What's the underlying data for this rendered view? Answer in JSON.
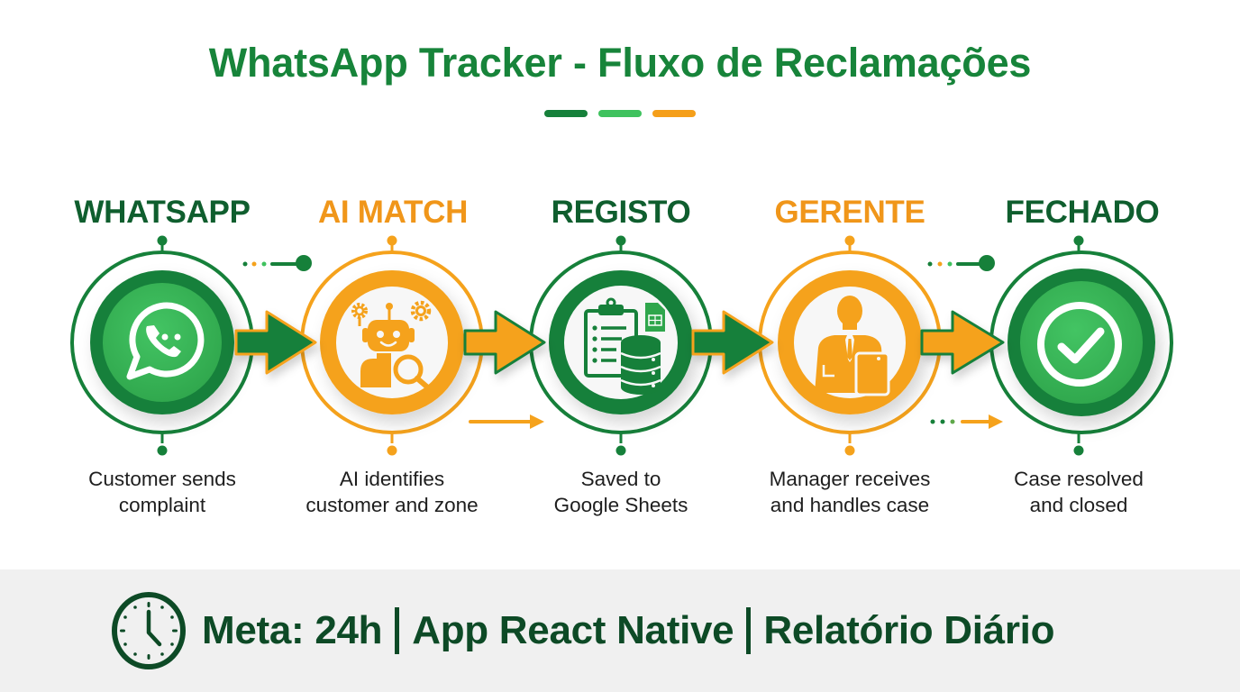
{
  "header": {
    "title": "WhatsApp Tracker - Fluxo de Reclamações",
    "accent_bars": [
      {
        "color": "#16803a"
      },
      {
        "color": "#3fc25e"
      },
      {
        "color": "#f59f1a"
      }
    ]
  },
  "colors": {
    "green_dark": "#16803a",
    "green_light": "#3dbb5a",
    "orange": "#f5a21c",
    "footer_text": "#0d4a26",
    "footer_bg": "#f0f0f0"
  },
  "steps": [
    {
      "label": "WHATSAPP",
      "icon": "whatsapp-icon",
      "color": "#0f5e2e",
      "theme": "green",
      "desc_line1": "Customer sends",
      "desc_line2": "complaint"
    },
    {
      "label": "AI MATCH",
      "icon": "ai-robot-search-icon",
      "color": "#f0961a",
      "theme": "orange",
      "desc_line1": "AI identifies",
      "desc_line2": "customer and zone"
    },
    {
      "label": "REGISTO",
      "icon": "clipboard-database-sheets-icon",
      "color": "#0f5e2e",
      "theme": "green",
      "desc_line1": "Saved to",
      "desc_line2": "Google Sheets"
    },
    {
      "label": "GERENTE",
      "icon": "manager-tablet-icon",
      "color": "#f0961a",
      "theme": "orange",
      "desc_line1": "Manager receives",
      "desc_line2": "and handles case"
    },
    {
      "label": "FECHADO",
      "icon": "check-circle-icon",
      "color": "#0f5e2e",
      "theme": "green",
      "desc_line1": "Case resolved",
      "desc_line2": "and closed"
    }
  ],
  "footer": {
    "icon": "clock-icon",
    "items": [
      "Meta: 24h",
      "App React Native",
      "Relatório Diário"
    ]
  }
}
